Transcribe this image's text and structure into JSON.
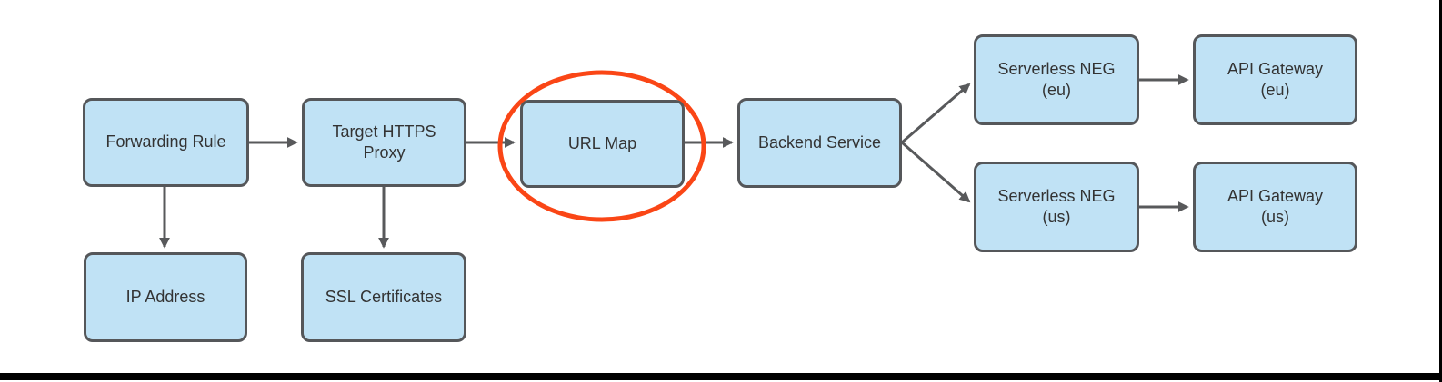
{
  "diagram": {
    "nodes": [
      {
        "id": "forwarding-rule",
        "label": "Forwarding Rule"
      },
      {
        "id": "target-https-proxy",
        "label": "Target HTTPS\nProxy"
      },
      {
        "id": "url-map",
        "label": "URL Map",
        "highlighted": true
      },
      {
        "id": "backend-service",
        "label": "Backend Service"
      },
      {
        "id": "serverless-neg-eu",
        "label": "Serverless NEG\n(eu)"
      },
      {
        "id": "api-gateway-eu",
        "label": "API Gateway\n(eu)"
      },
      {
        "id": "serverless-neg-us",
        "label": "Serverless NEG\n(us)"
      },
      {
        "id": "api-gateway-us",
        "label": "API Gateway\n(us)"
      },
      {
        "id": "ip-address",
        "label": "IP Address"
      },
      {
        "id": "ssl-certificates",
        "label": "SSL Certificates"
      }
    ],
    "edges": [
      {
        "from": "forwarding-rule",
        "to": "target-https-proxy"
      },
      {
        "from": "target-https-proxy",
        "to": "url-map"
      },
      {
        "from": "url-map",
        "to": "backend-service"
      },
      {
        "from": "backend-service",
        "to": "serverless-neg-eu"
      },
      {
        "from": "backend-service",
        "to": "serverless-neg-us"
      },
      {
        "from": "serverless-neg-eu",
        "to": "api-gateway-eu"
      },
      {
        "from": "serverless-neg-us",
        "to": "api-gateway-us"
      },
      {
        "from": "forwarding-rule",
        "to": "ip-address"
      },
      {
        "from": "target-https-proxy",
        "to": "ssl-certificates"
      }
    ],
    "annotations": [
      {
        "type": "ellipse",
        "target": "url-map",
        "color": "#FA4616"
      }
    ]
  },
  "colors": {
    "node_fill": "#C0E2F5",
    "node_border": "#55575A",
    "node_text": "#333333",
    "edge_color": "#58595B",
    "highlight_color": "#FA4616",
    "frame_color": "#000000",
    "background": "#FFFFFF"
  }
}
